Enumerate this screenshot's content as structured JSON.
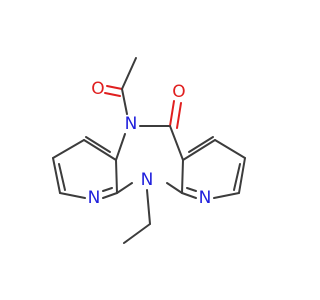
{
  "molecule": {
    "atoms": [
      {
        "id": "O1",
        "symbol": "O",
        "color": "#e01f1f"
      },
      {
        "id": "O2",
        "symbol": "O",
        "color": "#e01f1f"
      },
      {
        "id": "N5",
        "symbol": "N",
        "color": "#1f1fdc"
      },
      {
        "id": "N11",
        "symbol": "N",
        "color": "#1f1fdc"
      },
      {
        "id": "N_py_left",
        "symbol": "N",
        "color": "#1f1fdc"
      },
      {
        "id": "N_py_right",
        "symbol": "N",
        "color": "#1f1fdc"
      }
    ],
    "bond_color": "#3c3c3c"
  }
}
